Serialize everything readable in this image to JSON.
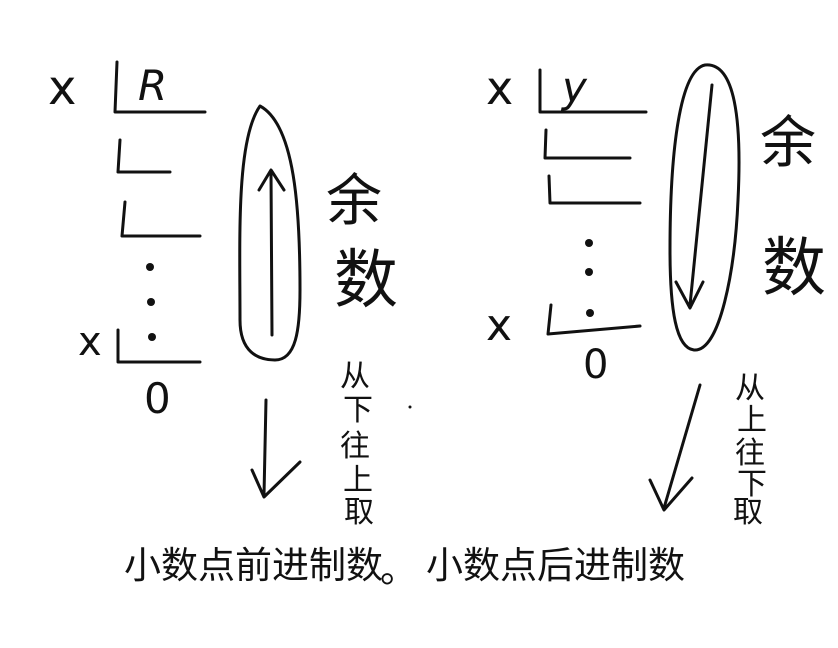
{
  "left": {
    "multiplier_top": "x",
    "multiplier_bottom": "x",
    "top_value": "R",
    "bottom_value": "0",
    "side_label_chars": [
      "余",
      "数"
    ],
    "direction_chars": [
      "从",
      "下",
      "往",
      "上",
      "取"
    ]
  },
  "right": {
    "multiplier_top": "x",
    "multiplier_bottom": "x",
    "top_value": "y",
    "bottom_value": "0",
    "side_label_chars": [
      "余",
      "数"
    ],
    "direction_chars": [
      "从",
      "上",
      "往",
      "下",
      "取"
    ]
  },
  "caption": {
    "left": "小数点前进制数",
    "separator": "。",
    "right": "小数点后进制数"
  },
  "colors": {
    "ink": "#111111",
    "background": "#ffffff"
  }
}
